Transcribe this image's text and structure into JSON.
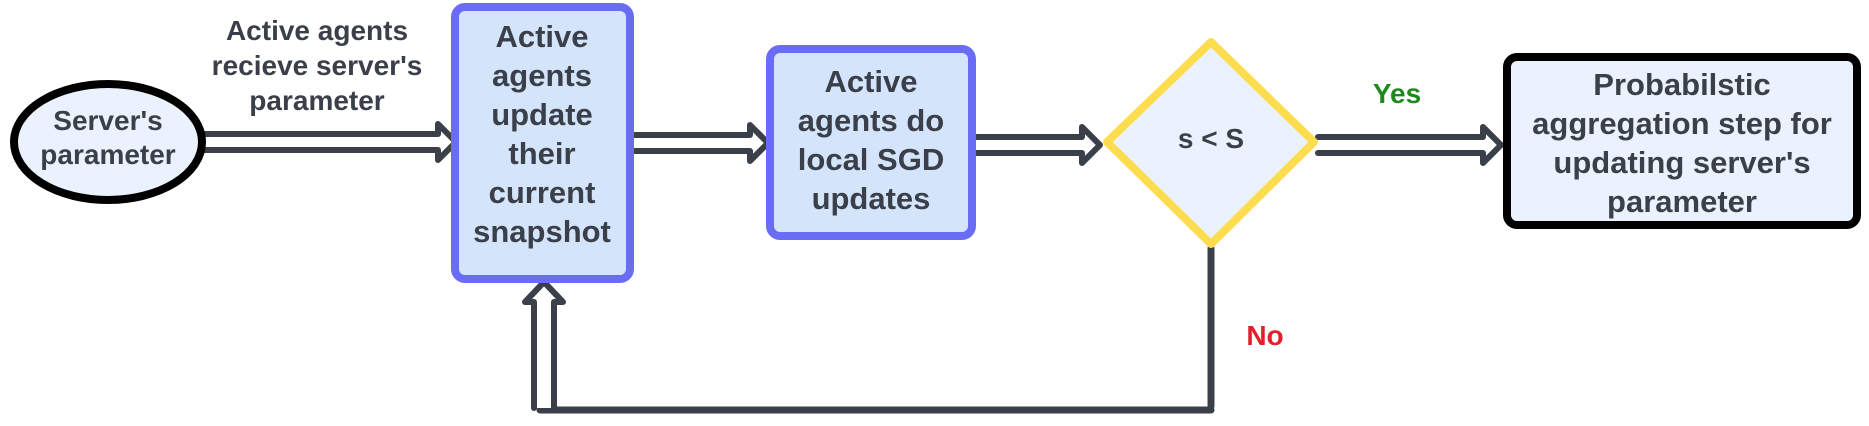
{
  "nodes": {
    "server": {
      "lines": [
        "Server's",
        "parameter"
      ]
    },
    "snapshot": {
      "lines": [
        "Active",
        "agents",
        "update",
        "their",
        "current",
        "snapshot"
      ]
    },
    "sgd": {
      "lines": [
        "Active",
        "agents do",
        "local SGD",
        "updates"
      ]
    },
    "decision": {
      "lines": [
        "s < S"
      ]
    },
    "aggregation": {
      "lines": [
        "Probabilstic",
        "aggregation step for",
        "updating server's",
        "parameter"
      ]
    }
  },
  "edges": {
    "receive": {
      "lines": [
        "Active agents",
        "recieve server's",
        "parameter"
      ]
    },
    "yes": {
      "label": "Yes"
    },
    "no": {
      "label": "No"
    }
  },
  "colors": {
    "node_fill": "#d4e5fb",
    "node_fill_light": "#eaf3fd",
    "blue_border": "#6b6cf5",
    "decision_border": "#fedc4f",
    "dark": "#3a3f4a",
    "black": "#000000",
    "yes": "#1e8a1e",
    "no": "#e0202a"
  }
}
